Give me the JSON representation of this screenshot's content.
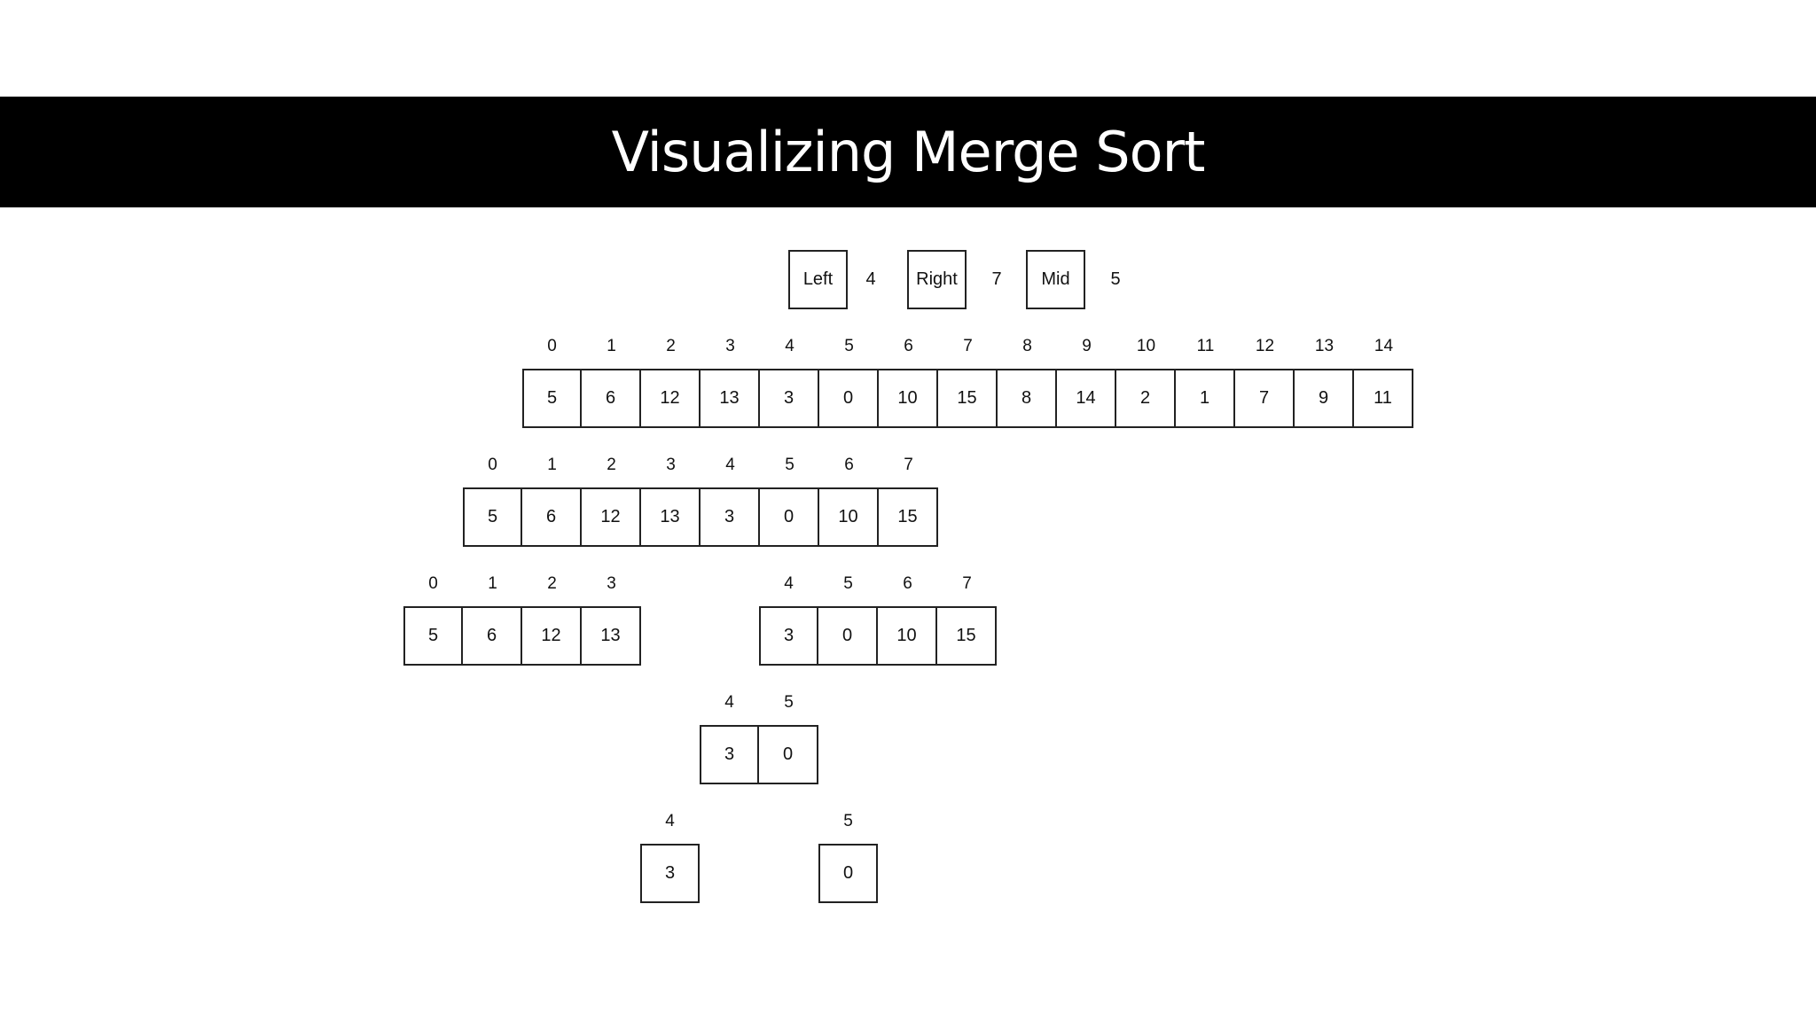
{
  "title": "Visualizing Merge Sort",
  "pointers": [
    {
      "label": "Left",
      "value": "4"
    },
    {
      "label": "Right",
      "value": "7"
    },
    {
      "label": "Mid",
      "value": "5"
    }
  ],
  "levels": [
    {
      "groups": [
        {
          "indices": [
            "0",
            "1",
            "2",
            "3",
            "4",
            "5",
            "6",
            "7",
            "8",
            "9",
            "10",
            "11",
            "12",
            "13",
            "14"
          ],
          "values": [
            "5",
            "6",
            "12",
            "13",
            "3",
            "0",
            "10",
            "15",
            "8",
            "14",
            "2",
            "1",
            "7",
            "9",
            "11"
          ]
        }
      ]
    },
    {
      "groups": [
        {
          "indices": [
            "0",
            "1",
            "2",
            "3",
            "4",
            "5",
            "6",
            "7"
          ],
          "values": [
            "5",
            "6",
            "12",
            "13",
            "3",
            "0",
            "10",
            "15"
          ]
        }
      ]
    },
    {
      "groups": [
        {
          "indices": [
            "0",
            "1",
            "2",
            "3"
          ],
          "values": [
            "5",
            "6",
            "12",
            "13"
          ]
        },
        {
          "indices": [
            "4",
            "5",
            "6",
            "7"
          ],
          "values": [
            "3",
            "0",
            "10",
            "15"
          ]
        }
      ]
    },
    {
      "groups": [
        {
          "indices": [
            "4",
            "5"
          ],
          "values": [
            "3",
            "0"
          ]
        }
      ]
    },
    {
      "groups": [
        {
          "indices": [
            "4"
          ],
          "values": [
            "3"
          ]
        },
        {
          "indices": [
            "5"
          ],
          "values": [
            "0"
          ]
        }
      ]
    }
  ]
}
